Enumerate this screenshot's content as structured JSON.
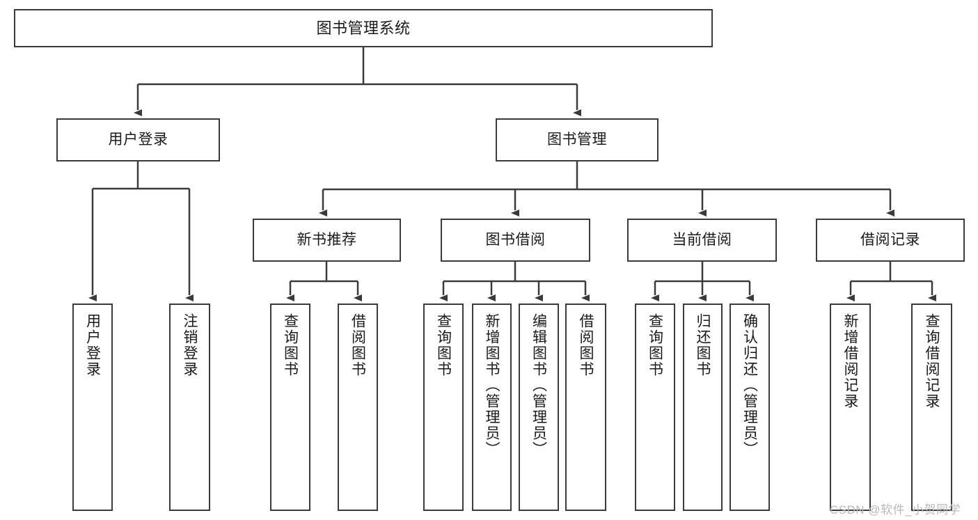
{
  "diagram": {
    "title": "图书管理系统",
    "watermark": "CSDN @软件_小贺同学",
    "line_color": "#3a3a3a",
    "box_border_color": "#3a3a3a",
    "background_color": "#ffffff",
    "text_color": "#1a1a1a"
  },
  "nodes": {
    "root": {
      "label": "图书管理系统"
    },
    "level2": [
      {
        "label": "用户登录"
      },
      {
        "label": "图书管理"
      }
    ],
    "level3": [
      {
        "label": "新书推荐"
      },
      {
        "label": "图书借阅"
      },
      {
        "label": "当前借阅"
      },
      {
        "label": "借阅记录"
      }
    ],
    "leaves_user_login": [
      {
        "label": "用户登录"
      },
      {
        "label": "注销登录"
      }
    ],
    "leaves_new_books": [
      {
        "label": "查询图书"
      },
      {
        "label": "借阅图书"
      }
    ],
    "leaves_borrow": [
      {
        "label": "查询图书"
      },
      {
        "label": "新增图书（管理员）"
      },
      {
        "label": "编辑图书（管理员）"
      },
      {
        "label": "借阅图书"
      }
    ],
    "leaves_current": [
      {
        "label": "查询图书"
      },
      {
        "label": "归还图书"
      },
      {
        "label": "确认归还（管理员）"
      }
    ],
    "leaves_records": [
      {
        "label": "新增借阅记录"
      },
      {
        "label": "查询借阅记录"
      }
    ]
  }
}
